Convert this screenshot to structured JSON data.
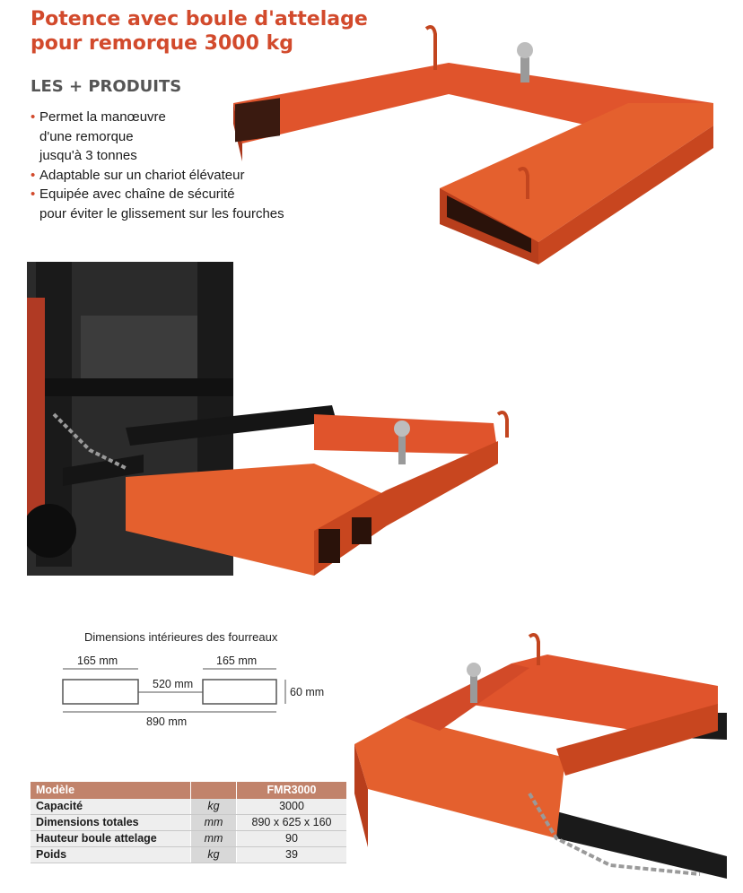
{
  "header": {
    "title_line1": "Potence avec boule d'attelage",
    "title_line2": "pour remorque 3000 kg",
    "subhead": "LES + PRODUITS"
  },
  "bullets": [
    {
      "lines": [
        "Permet la manœuvre",
        "d'une remorque",
        "jusqu'à 3 tonnes"
      ]
    },
    {
      "lines": [
        "Adaptable sur un chariot élévateur"
      ]
    },
    {
      "lines": [
        "Equipée avec chaîne de sécurité",
        "pour éviter le glissement sur les fourches"
      ]
    }
  ],
  "bullet_mark": "•",
  "dimensions": {
    "title": "Dimensions intérieures des fourreaux",
    "sleeve_width": "165 mm",
    "gap": "520 mm",
    "height": "60 mm",
    "total": "890 mm"
  },
  "spec_table": {
    "header": {
      "label": "Modèle",
      "unit": "",
      "value": "FMR3000"
    },
    "rows": [
      {
        "label": "Capacité",
        "unit": "kg",
        "value": "3000"
      },
      {
        "label": "Dimensions totales",
        "unit": "mm",
        "value": "890 x 625 x 160"
      },
      {
        "label": "Hauteur boule attelage",
        "unit": "mm",
        "value": "90"
      },
      {
        "label": "Poids",
        "unit": "kg",
        "value": "39"
      }
    ]
  },
  "colors": {
    "brand_red": "#d24a2c",
    "product_orange": "#e0542c",
    "table_header": "#c1836b"
  }
}
